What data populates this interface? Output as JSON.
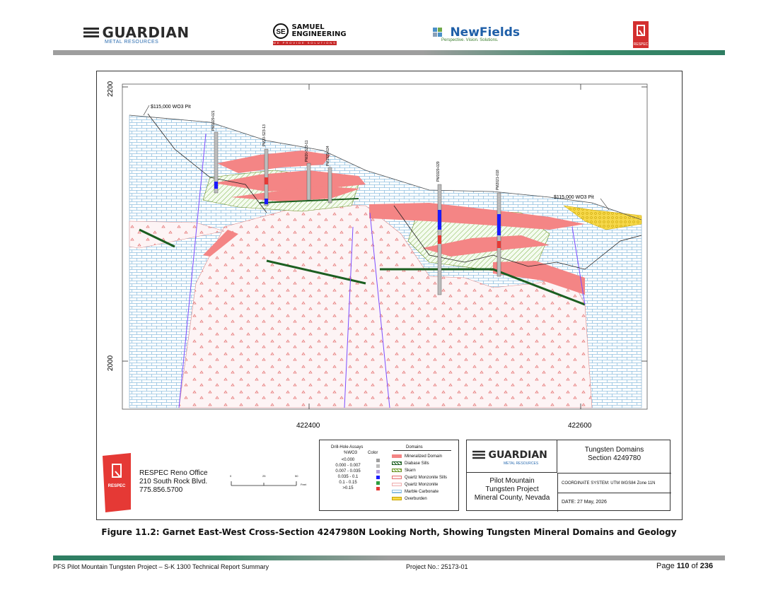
{
  "header": {
    "guardian_word": "GUARDIAN",
    "guardian_sub": "METAL RESOURCES",
    "samuel_line1": "SAMUEL",
    "samuel_line2": "ENGINEERING",
    "samuel_tag": "WE PROVIDE SOLUTIONS",
    "se_mark": "SE",
    "newfields_word": "NewFields",
    "newfields_tag": "Perspective. Vision. Solutions.",
    "respec_tab": "RESPEC"
  },
  "figure": {
    "y_tick_top": "2200",
    "y_tick_bottom": "2000",
    "x_tick_left": "422400",
    "x_tick_right": "422600",
    "pit_label_left": "$115,000 WO3 Pit",
    "pit_label_right": "$115,000 WO3 Pit",
    "drill_holes": [
      "PM1929-021",
      "PM20-S23-13",
      "PM20-S23-11",
      "PM1929-024",
      "PM1929-029",
      "PM2021-018"
    ],
    "respec_office": [
      "RESPEC Reno Office",
      "210 South Rock Blvd.",
      "775.856.5700"
    ],
    "respec_logo": "RESPEC",
    "scale_labels": [
      "0",
      "25",
      "50"
    ],
    "scale_unit": "Feet",
    "assay_table": {
      "title": "Drill-Hole Assays",
      "col_wo3": "%WO3",
      "col_color": "Color",
      "rows": [
        {
          "range": "<0.000",
          "color": "#9e9e9e"
        },
        {
          "range": "0.000 - 0.007",
          "color": "#bdbdbd"
        },
        {
          "range": "0.007 - 0.035",
          "color": "#b39ddb"
        },
        {
          "range": "0.035 - 0.1",
          "color": "#1a1aff"
        },
        {
          "range": "0.1 - 0.15",
          "color": "#2e9e3e"
        },
        {
          "range": ">0.15",
          "color": "#e53935"
        }
      ]
    },
    "domains": {
      "title": "Domains",
      "items": [
        "Mineralized Domain",
        "Diabase Sills",
        "Skarn",
        "Quartz Monzonite Sills",
        "Quartz Monzonite",
        "Marble Carbonate",
        "Overburden"
      ]
    },
    "title_block": {
      "guardian_word": "GUARDIAN",
      "guardian_sub": "METAL RESOURCES",
      "title_line1": "Tungsten Domains",
      "title_line2": "Section 4249780",
      "project_line1": "Pilot Mountain",
      "project_line2": "Tungsten Project",
      "project_line3": "Mineral County, Nevada",
      "coord_system": "COORDINATE SYSTEM: UTM WGS84 Zone 11N",
      "date": "DATE:   27 May, 2026"
    }
  },
  "caption": "Figure 11.2: Garnet East-West Cross-Section 4247980N Looking North, Showing Tungsten Mineral Domains and Geology",
  "footer": {
    "left": "PFS Pilot Mountain Tungsten Project – S-K 1300 Technical Report Summary",
    "middle": "Project No.: 25173-01",
    "page_prefix": "Page ",
    "page_num": "110",
    "page_of": " of ",
    "page_total": "236"
  }
}
